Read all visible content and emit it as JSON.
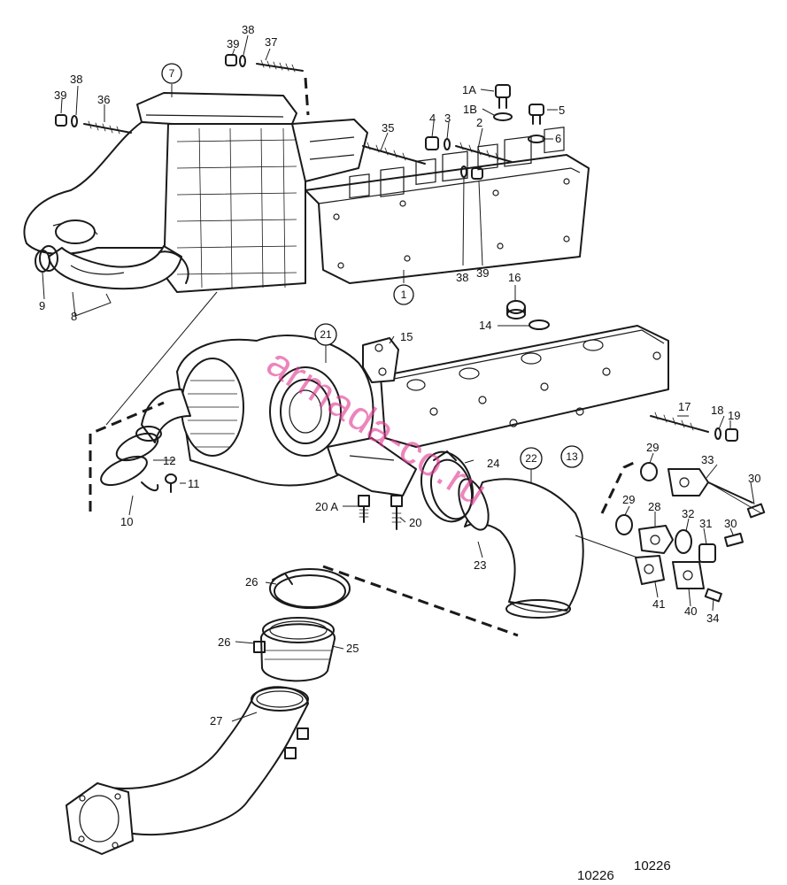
{
  "drawing_number": "10226",
  "drawing_number_footer": "10226",
  "watermark": "armada-co.ru",
  "callouts": {
    "c7": "7",
    "c1": "1",
    "c21": "21",
    "c13": "13",
    "c22": "22"
  },
  "labels": {
    "l38a": "38",
    "l39a": "39",
    "l37": "37",
    "l38b": "38",
    "l39b": "39",
    "l36": "36",
    "l35": "35",
    "l4": "4",
    "l3": "3",
    "l2": "2",
    "l1A": "1A",
    "l1B": "1B",
    "l5": "5",
    "l6": "6",
    "l38c": "38",
    "l39c": "39",
    "l9": "9",
    "l8": "8",
    "l16": "16",
    "l14": "14",
    "l15": "15",
    "l17": "17",
    "l18": "18",
    "l19": "19",
    "l12": "12",
    "l11": "11",
    "l10": "10",
    "l24": "24",
    "l20A": "20 A",
    "l20": "20",
    "l23": "23",
    "l29a": "29",
    "l33": "33",
    "l30a": "30",
    "l29b": "29",
    "l28": "28",
    "l32": "32",
    "l31": "31",
    "l30b": "30",
    "l41": "41",
    "l40": "40",
    "l34": "34",
    "l26a": "26",
    "l26b": "26",
    "l25": "25",
    "l27": "27"
  }
}
